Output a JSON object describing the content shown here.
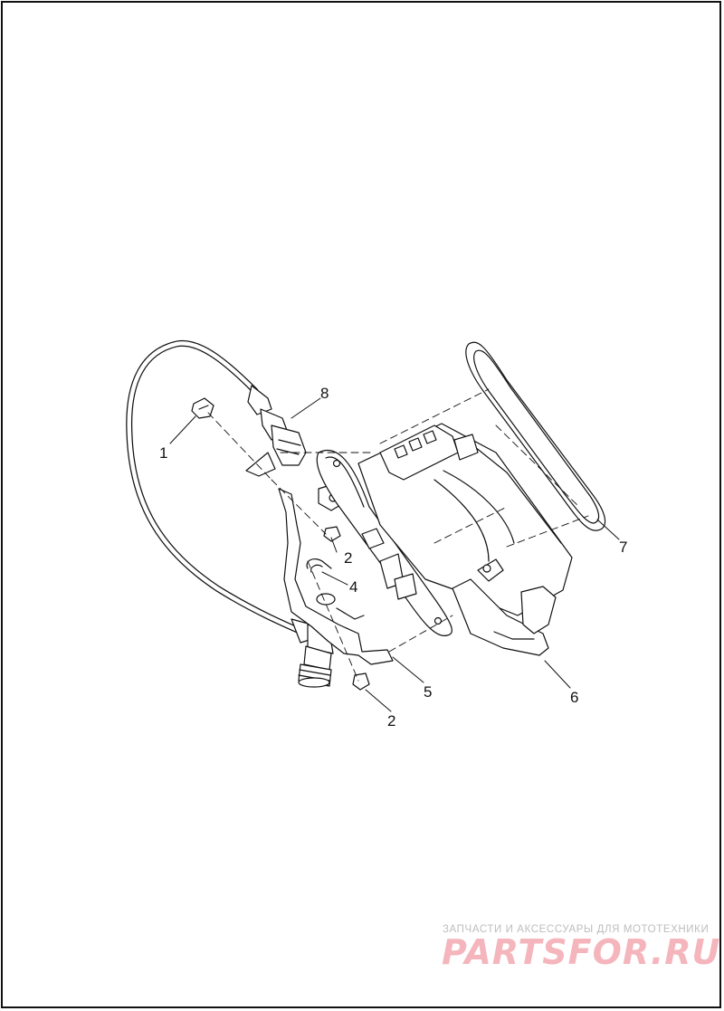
{
  "callouts": [
    {
      "id": "c1",
      "label": "1"
    },
    {
      "id": "c2a",
      "label": "2"
    },
    {
      "id": "c2b",
      "label": "2"
    },
    {
      "id": "c4",
      "label": "4"
    },
    {
      "id": "c5",
      "label": "5"
    },
    {
      "id": "c6",
      "label": "6"
    },
    {
      "id": "c7",
      "label": "7"
    },
    {
      "id": "c8",
      "label": "8"
    }
  ],
  "watermark": {
    "tagline": "ЗАПЧАСТИ И АКСЕССУАРЫ ДЛЯ МОТОТЕХНИКИ",
    "logo": "PARTSFOR.RU",
    "color": "#f4b6bc"
  },
  "colors": {
    "line": "#111111",
    "shade": "#cfcfcf",
    "background": "#ffffff"
  }
}
